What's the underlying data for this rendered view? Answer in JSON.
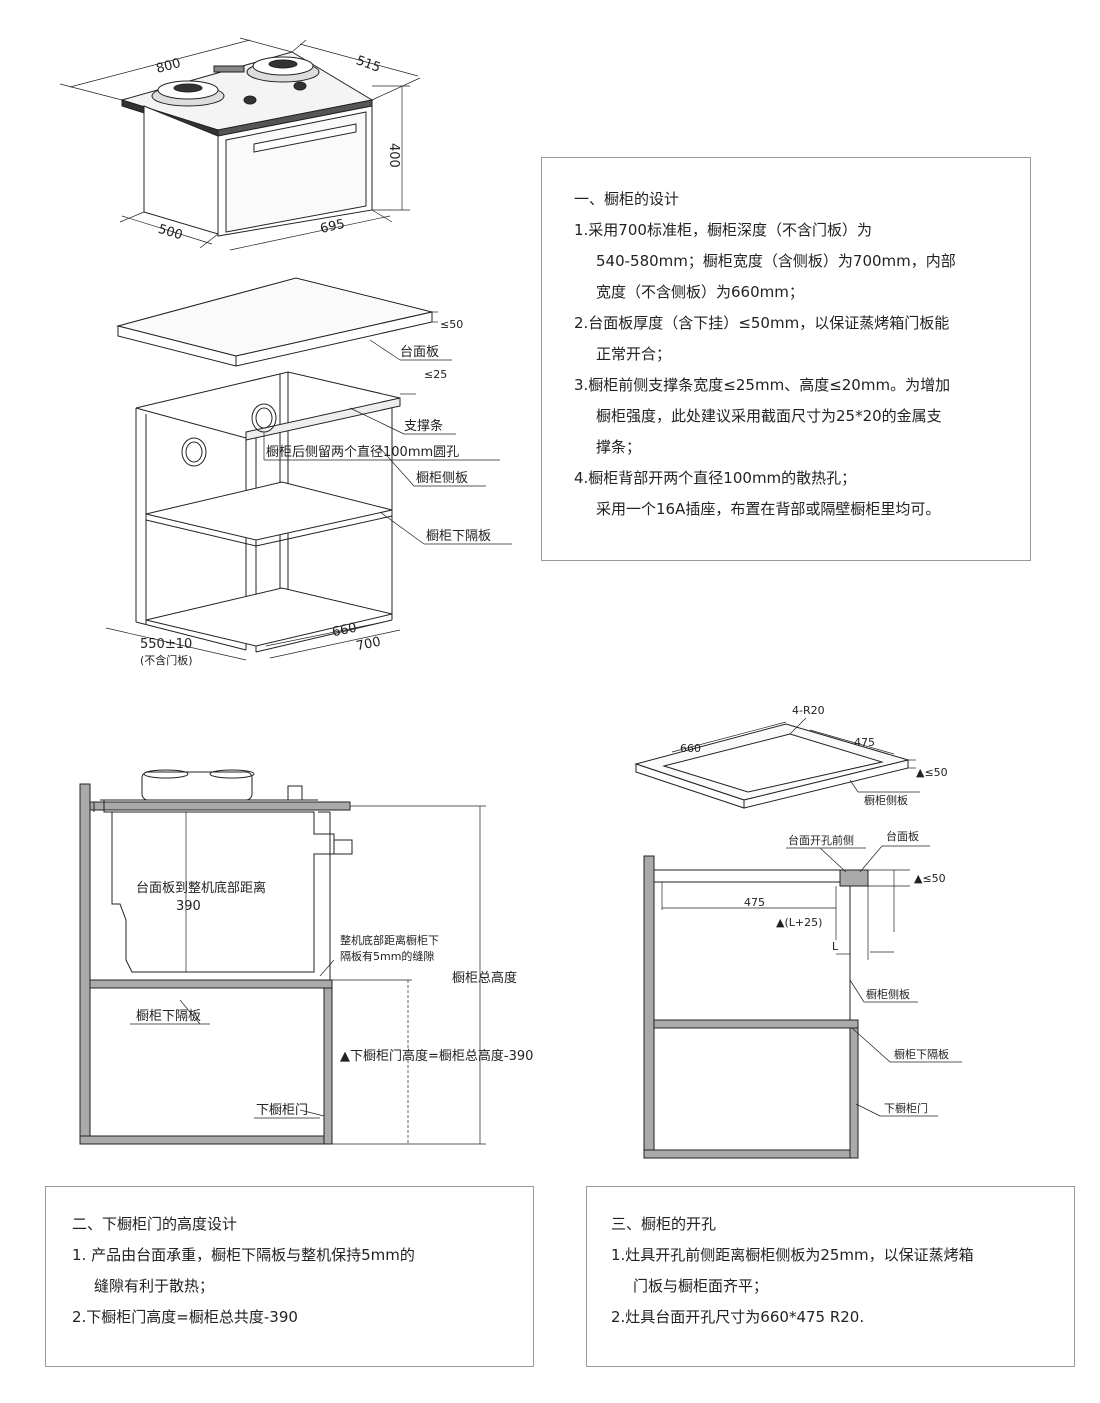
{
  "top_diagram": {
    "dim_800": "800",
    "dim_515": "515",
    "dim_400": "400",
    "dim_500": "500",
    "dim_695": "695"
  },
  "cabinet_diagram": {
    "dim_le50": "≤50",
    "countertop": "台面板",
    "dim_le25": "≤25",
    "support_bar": "支撑条",
    "rear_holes": "橱柜后侧留两个直径100mm圆孔",
    "side_panel": "橱柜侧板",
    "lower_shelf": "橱柜下隔板",
    "dim_660": "660",
    "dim_700": "700",
    "dim_550": "550±10",
    "no_door": "(不含门板)"
  },
  "section1": {
    "title": "一、橱柜的设计",
    "item1a": "1.采用700标准柜，橱柜深度（不含门板）为",
    "item1b": "540-580mm；橱柜宽度（含侧板）为700mm，内部",
    "item1c": "宽度（不含侧板）为660mm；",
    "item2a": "2.台面板厚度（含下挂）≤50mm，以保证蒸烤箱门板能",
    "item2b": "正常开合；",
    "item3a": "3.橱柜前侧支撑条宽度≤25mm、高度≤20mm。为增加",
    "item3b": "橱柜强度，此处建议采用截面尺寸为25*20的金属支",
    "item3c": "撑条；",
    "item4a": "4.橱柜背部开两个直径100mm的散热孔；",
    "item4b": "采用一个16A插座，布置在背部或隔壁橱柜里均可。"
  },
  "side_diagram": {
    "dist_label": "台面板到整机底部距离",
    "dist_value": "390",
    "gap_line1": "整机底部距离橱柜下",
    "gap_line2": "隔板有5mm的缝隙",
    "total_height": "橱柜总高度",
    "lower_shelf": "橱柜下隔板",
    "door_height": "▲下橱柜门高度=橱柜总高度-390",
    "lower_door": "下橱柜门"
  },
  "cutout_diagram": {
    "radius": "4-R20",
    "dim_660": "660",
    "dim_475": "475",
    "dim_le50": "▲≤50",
    "side_panel_top": "橱柜侧板",
    "front_cutout": "台面开孔前侧",
    "countertop": "台面板",
    "dim_le50_b": "▲≤50",
    "dim_475_b": "475",
    "l25": "▲(L+25)",
    "l": "L",
    "side_panel": "橱柜侧板",
    "lower_shelf": "橱柜下隔板",
    "lower_door": "下橱柜门"
  },
  "section2": {
    "title": "二、下橱柜门的高度设计",
    "item1a": "1. 产品由台面承重，橱柜下隔板与整机保持5mm的",
    "item1b": "缝隙有利于散热；",
    "item2": "2.下橱柜门高度=橱柜总共度-390"
  },
  "section3": {
    "title": "三、橱柜的开孔",
    "item1a": "1.灶具开孔前侧距离橱柜侧板为25mm，以保证蒸烤箱",
    "item1b": "门板与橱柜面齐平；",
    "item2": "2.灶具台面开孔尺寸为660*475 R20."
  }
}
